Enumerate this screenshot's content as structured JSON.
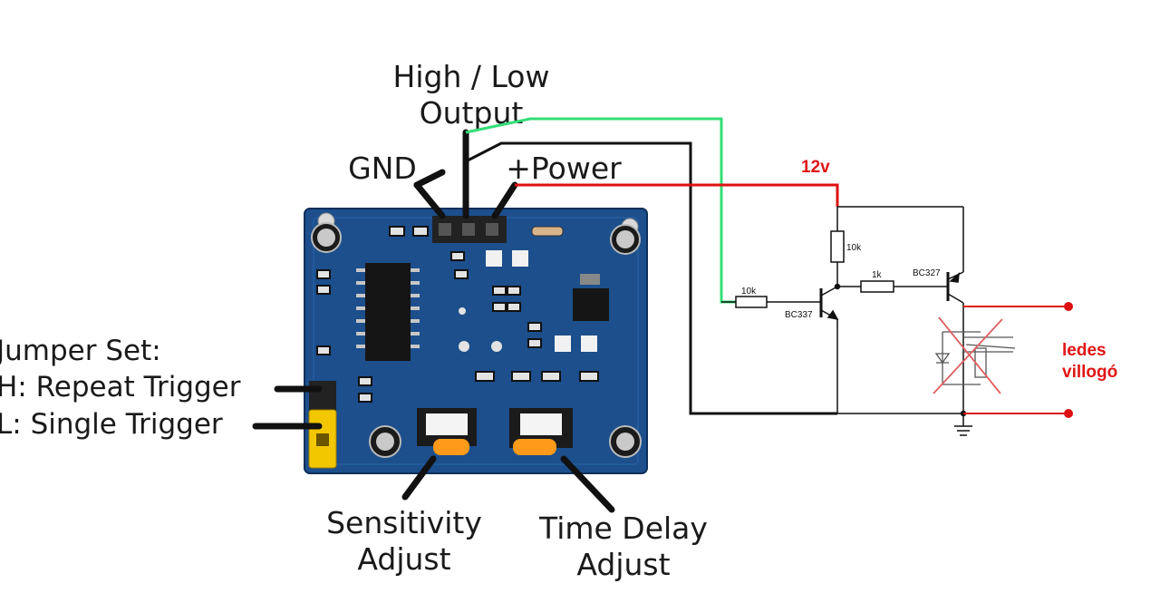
{
  "labels": {
    "high_low_line1": "High / Low",
    "high_low_line2": "Output",
    "gnd": "GND",
    "power": "+Power",
    "jumper_set": "Jumper Set:",
    "jumper_h": "H: Repeat Trigger",
    "jumper_l": "L: Single Trigger",
    "sensitivity_line1": "Sensitivity",
    "sensitivity_line2": "Adjust",
    "time_delay_line1": "Time Delay",
    "time_delay_line2": "Adjust"
  },
  "circuit": {
    "supply": "12v",
    "r_collector": "10k",
    "r_base": "10k",
    "r_link": "1k",
    "npn": "BC337",
    "pnp": "BC327",
    "output_line1": "ledes",
    "output_line2": "villogó"
  },
  "colors": {
    "pcb": "#1c4f8c",
    "wire_output": "#33dd77",
    "wire_power": "#dd1111",
    "wire_gnd": "#111111",
    "annotation_red": "#e01515"
  }
}
